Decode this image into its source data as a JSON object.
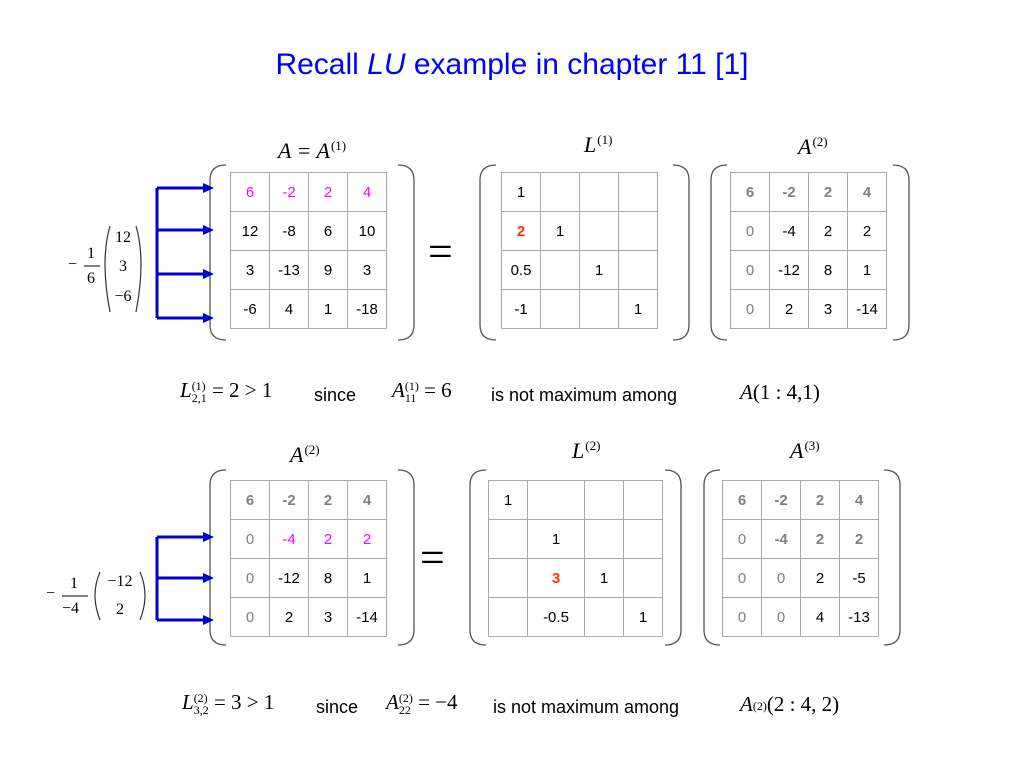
{
  "title": {
    "pre": "Recall",
    "italic": "LU",
    "post": "example in chapter 11   [1]"
  },
  "labels": {
    "top_left": {
      "base": "A = A",
      "sup": "(1)"
    },
    "top_mid": {
      "base": "L",
      "sup": "(1)"
    },
    "top_right": {
      "base": "A",
      "sup": "(2)"
    },
    "bot_left": {
      "base": "A",
      "sup": "(2)"
    },
    "bot_mid": {
      "base": "L",
      "sup": "(2)"
    },
    "bot_right": {
      "base": "A",
      "sup": "(3)"
    }
  },
  "equals": "=",
  "matrices": {
    "A1": [
      [
        "6",
        "-2",
        "2",
        "4"
      ],
      [
        "12",
        "-8",
        "6",
        "10"
      ],
      [
        "3",
        "-13",
        "9",
        "3"
      ],
      [
        "-6",
        "4",
        "1",
        "-18"
      ]
    ],
    "L1": [
      [
        "1",
        "",
        "",
        ""
      ],
      [
        "2",
        "1",
        "",
        ""
      ],
      [
        "0.5",
        "",
        "1",
        ""
      ],
      [
        "-1",
        "",
        "",
        "1"
      ]
    ],
    "A2": [
      [
        "6",
        "-2",
        "2",
        "4"
      ],
      [
        "0",
        "-4",
        "2",
        "2"
      ],
      [
        "0",
        "-12",
        "8",
        "1"
      ],
      [
        "0",
        "2",
        "3",
        "-14"
      ]
    ],
    "A2b": [
      [
        "6",
        "-2",
        "2",
        "4"
      ],
      [
        "0",
        "-4",
        "2",
        "2"
      ],
      [
        "0",
        "-12",
        "8",
        "1"
      ],
      [
        "0",
        "2",
        "3",
        "-14"
      ]
    ],
    "L2": [
      [
        "1",
        "",
        "",
        ""
      ],
      [
        "",
        "1",
        "",
        ""
      ],
      [
        "",
        "3",
        "1",
        ""
      ],
      [
        "",
        "-0.5",
        "",
        "1"
      ]
    ],
    "A3": [
      [
        "6",
        "-2",
        "2",
        "4"
      ],
      [
        "0",
        "-4",
        "2",
        "2"
      ],
      [
        "0",
        "0",
        "2",
        "-5"
      ],
      [
        "0",
        "0",
        "4",
        "-13"
      ]
    ]
  },
  "multiplier1": {
    "minus": "−",
    "num": "1",
    "den": "6",
    "vec": [
      "12",
      "3",
      "−6"
    ]
  },
  "multiplier2": {
    "minus": "−",
    "num": "1",
    "den": "−4",
    "vec": [
      "−12",
      "2"
    ]
  },
  "line1": {
    "lhs_base": "L",
    "lhs_sup": "(1)",
    "lhs_sub": "2,1",
    "lhs_rest": " = 2 > 1",
    "since": "since",
    "mid_base": "A",
    "mid_sup": "(1)",
    "mid_sub": "11",
    "mid_rest": " = 6",
    "text": "is not maximum among",
    "rhs_base": "A",
    "rhs_rest": "(1 : 4,1)"
  },
  "line2": {
    "lhs_base": "L",
    "lhs_sup": "(2)",
    "lhs_sub": "3,2",
    "lhs_rest": " = 3 > 1",
    "since": "since",
    "mid_base": "A",
    "mid_sup": "(2)",
    "mid_sub": "22",
    "mid_rest": " = −4",
    "text": "is not maximum among",
    "rhs_base": "A",
    "rhs_sup": "(2)",
    "rhs_rest": "(2 : 4, 2)"
  },
  "colors": {
    "title": "#0000ff",
    "arrow": "#0000cc",
    "highlight_magenta": "#ff00ff",
    "highlight_red": "#ff3300",
    "grey": "#808080"
  }
}
